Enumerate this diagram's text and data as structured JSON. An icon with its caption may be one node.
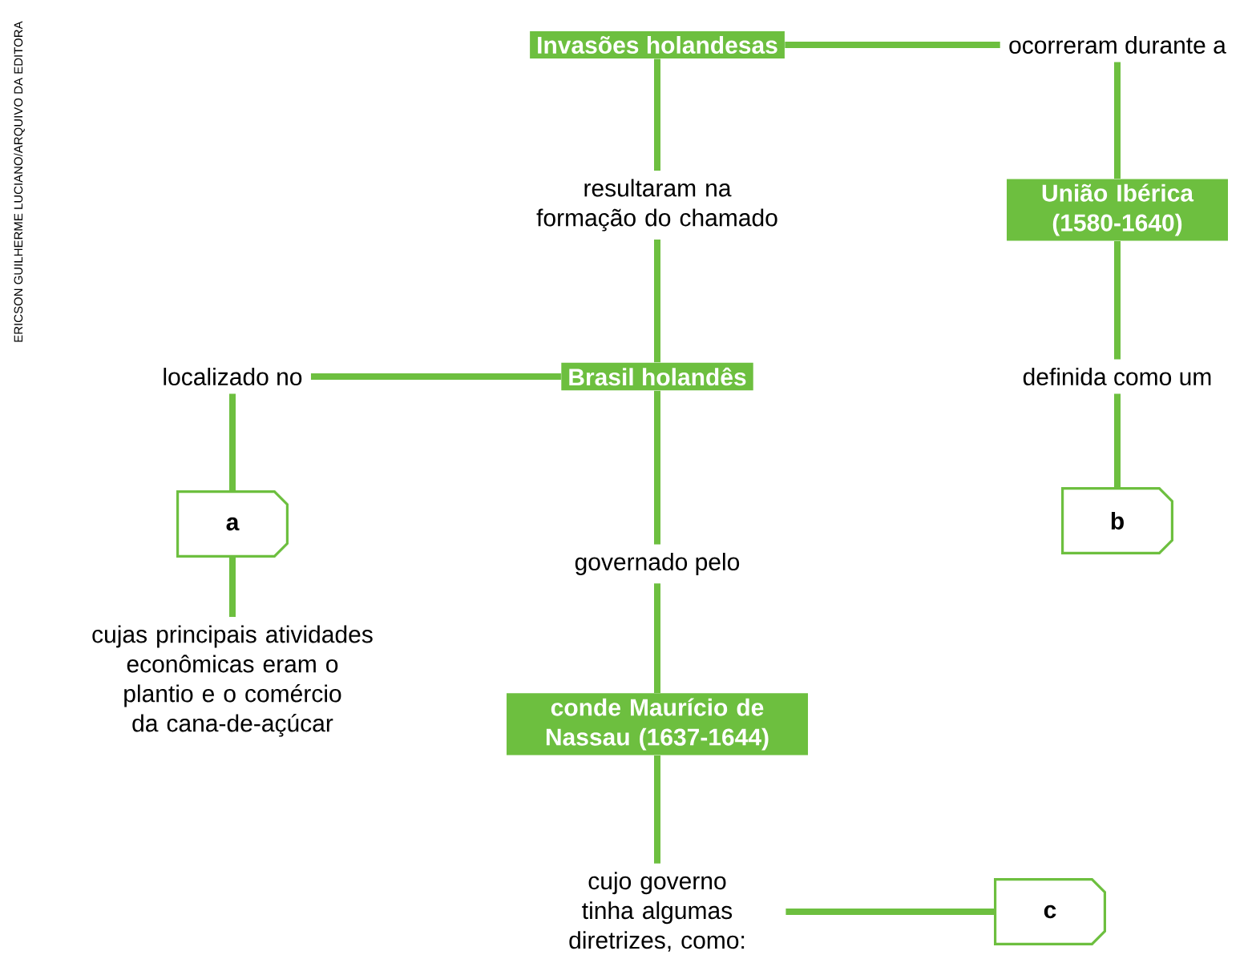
{
  "diagram": {
    "nodes": [
      {
        "text": [
          "Invasões holandesas"
        ]
      },
      {
        "text": [
          "ocorreram durante a"
        ]
      },
      {
        "text": [
          "resultaram na formação do chamado"
        ]
      },
      {
        "text": [
          "União Ibérica (1580-1640)"
        ]
      },
      {
        "text": [
          "localizado no"
        ]
      },
      {
        "text": [
          "Brasil holandês"
        ]
      },
      {
        "text": [
          "definida como um"
        ]
      },
      {
        "text": [
          "a"
        ]
      },
      {
        "text": [
          "b"
        ]
      },
      {
        "text": [
          "governado pelo"
        ]
      },
      {
        "text": [
          "cujas principais atividades econômicas eram o plantio e o comércio da cana-de-açúcar"
        ]
      },
      {
        "text": [
          "conde Maurício de Nassau (1637-1644)"
        ]
      },
      {
        "text": [
          "cujo governo tinha algumas diretrizes, como:"
        ]
      },
      {
        "text": [
          "c"
        ]
      }
    ],
    "edges": [
      {
        "from": 0,
        "to": 1,
        "arrow": "none"
      },
      {
        "from": 0,
        "to": 2,
        "arrow": "none"
      },
      {
        "from": 1,
        "to": 3,
        "arrow": "none"
      },
      {
        "from": 2,
        "to": 5,
        "arrow": "none"
      },
      {
        "from": 3,
        "to": 6,
        "arrow": "none"
      },
      {
        "from": 5,
        "to": 4,
        "arrow": "none"
      },
      {
        "from": 6,
        "to": 8,
        "arrow": "none"
      },
      {
        "from": 4,
        "to": 7,
        "arrow": "none"
      },
      {
        "from": 5,
        "to": 9,
        "arrow": "none"
      },
      {
        "from": 7,
        "to": 10,
        "arrow": "none"
      },
      {
        "from": 9,
        "to": 11,
        "arrow": "none"
      },
      {
        "from": 11,
        "to": 12,
        "arrow": "none"
      },
      {
        "from": 12,
        "to": 13,
        "arrow": "none"
      }
    ],
    "labels": [
      "ERICSON GUILHERME LUCIANO/ARQUIVO DA EDITORA"
    ]
  }
}
